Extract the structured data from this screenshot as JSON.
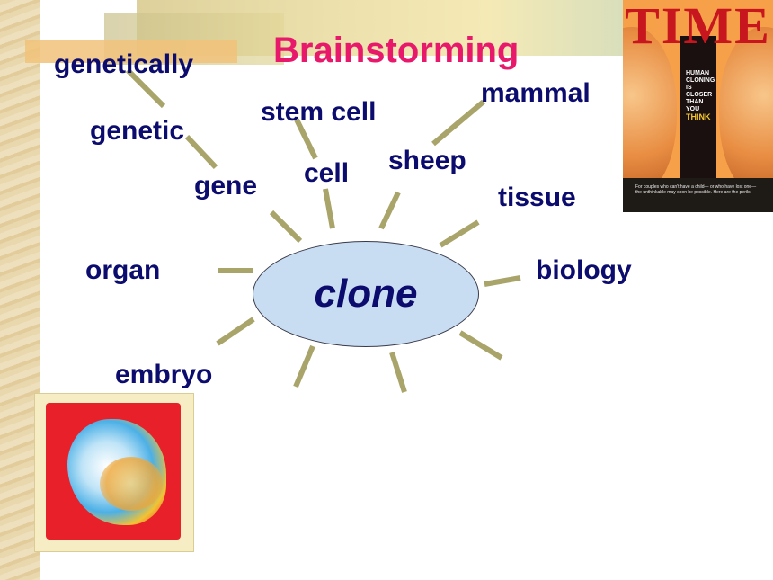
{
  "title": "Brainstorming",
  "center_word": "clone",
  "words": {
    "genetically": "genetically",
    "genetic": "genetic",
    "gene": "gene",
    "stem_cell": "stem cell",
    "cell": "cell",
    "sheep": "sheep",
    "mammal": "mammal",
    "tissue": "tissue",
    "biology": "biology",
    "organ": "organ",
    "embryo": "embryo"
  },
  "magazine": {
    "masthead": "TIME",
    "headline_line1": "HUMAN",
    "headline_line2": "CLONING",
    "headline_line3": "IS CLOSER",
    "headline_line4": "THAN YOU",
    "headline_line5": "THINK",
    "footer": "For couples who can't have a child— or who have lost one—the unthinkable may soon be possible. Here are the perils"
  },
  "colors": {
    "title": "#e8186a",
    "words": "#0c0c6e",
    "rays": "#a9a46a",
    "center_fill": "#c8ddf2"
  },
  "icons": {
    "magazine": "time-magazine-cover-image",
    "photo": "cell-embryo-image"
  }
}
